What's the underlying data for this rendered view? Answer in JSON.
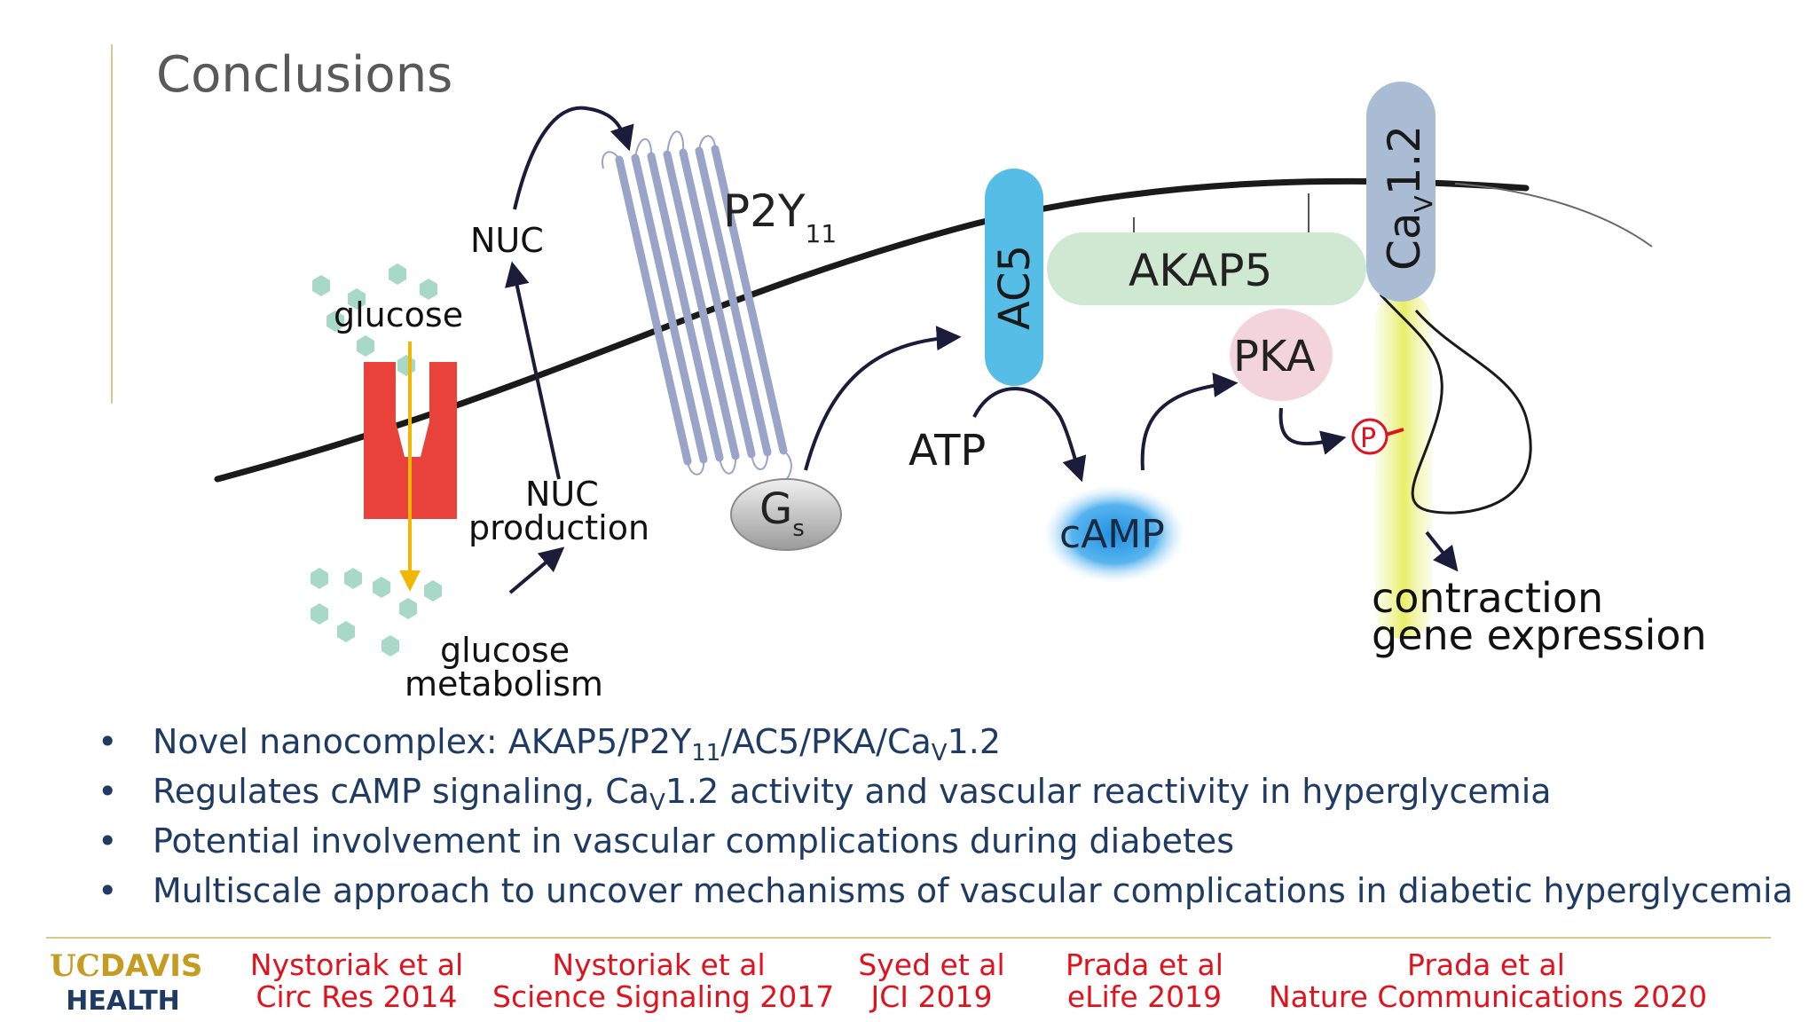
{
  "slide": {
    "title": "Conclusions"
  },
  "diagram": {
    "labels": {
      "glucose": "glucose",
      "nuc": "NUC",
      "nuc_production_1": "NUC",
      "nuc_production_2": "production",
      "glucose_metabolism_1": "glucose",
      "glucose_metabolism_2": "metabolism",
      "p2y11_main": "P2Y",
      "p2y11_sub": "11",
      "gs_main": "G",
      "gs_sub": "s",
      "ac5": "AC5",
      "atp": "ATP",
      "camp": "cAMP",
      "akap5": "AKAP5",
      "pka": "PKA",
      "phospho": "P",
      "cav12_main": "Ca",
      "cav12_sub": "V",
      "cav12_tail": "1.2",
      "outcome_1": "contraction",
      "outcome_2": "gene expression"
    },
    "colors": {
      "glut_channel": "#e8423a",
      "glucose_dots": "#a8d8c8",
      "glucose_arrow": "#f2b705",
      "receptor": "#9aa3c8",
      "ac5": "#55bde6",
      "akap5": "#cfe8d2",
      "pka": "#f4d4dc",
      "cav12": "#a9bcd3",
      "camp_glow": "#2196e0",
      "phospho": "#e0121e",
      "cav_tail_glow": "#e9ef6a",
      "membrane": "#1a1a1a"
    }
  },
  "bullets": [
    {
      "parts": [
        "Novel nanocomplex: AKAP5/P2Y",
        "11",
        "/AC5/PKA/Ca",
        "V",
        "1.2"
      ]
    },
    {
      "parts": [
        "Regulates cAMP signaling, Ca",
        "V",
        "1.2 activity and vascular reactivity in hyperglycemia"
      ]
    },
    {
      "text": "Potential involvement in vascular complications during diabetes"
    },
    {
      "text": "Multiscale approach to uncover mechanisms of vascular complications in diabetic hyperglycemia"
    }
  ],
  "bullet_symbol": "•",
  "footer": {
    "logo": {
      "uc": "UC",
      "davis": "DAVIS",
      "health": "HEALTH"
    },
    "references": [
      {
        "line1": "Nystoriak et al",
        "line2": "Circ Res 2014"
      },
      {
        "line1": "Nystoriak et al",
        "line2": "Science Signaling 2017"
      },
      {
        "line1": "Syed et al",
        "line2": "JCI 2019"
      },
      {
        "line1": "Prada et al",
        "line2": "eLife 2019"
      },
      {
        "line1": "Prada et al",
        "line2": "Nature Communications 2020"
      }
    ]
  }
}
